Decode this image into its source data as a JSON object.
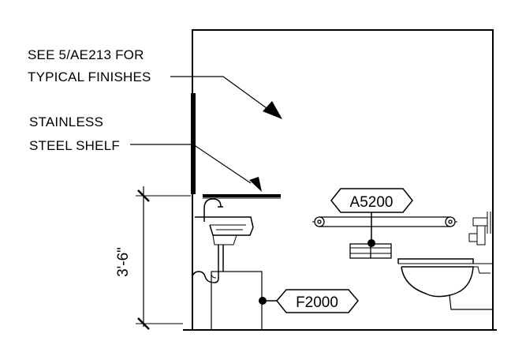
{
  "notes": {
    "finishes_line1": "SEE 5/AE213 FOR",
    "finishes_line2": "TYPICAL FINISHES",
    "shelf_line1": "STAINLESS",
    "shelf_line2": "STEEL SHELF"
  },
  "tags": {
    "grab_bar": "A5200",
    "fixture": "F2000"
  },
  "dimension": {
    "shelf_height": "3'-6\""
  }
}
